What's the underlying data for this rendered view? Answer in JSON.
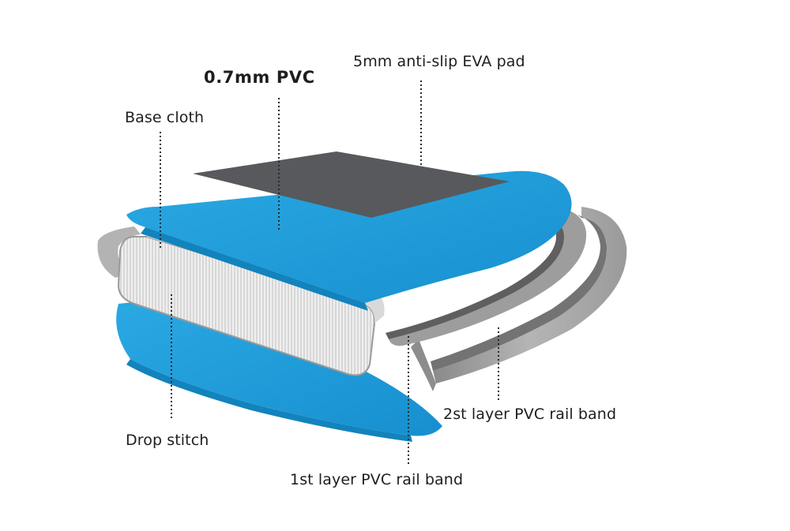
{
  "labels": {
    "pvc": "0.7mm PVC",
    "eva_pad": "5mm anti-slip EVA pad",
    "base_cloth": "Base cloth",
    "drop_stitch": "Drop stitch",
    "rail_band_2": "2st layer PVC rail band",
    "rail_band_1": "1st layer PVC rail band"
  },
  "colors": {
    "pvc_blue": "#1e9fdc",
    "pvc_blue_dark": "#1283bd",
    "eva_pad": "#57595c",
    "rail_gray": "#a9a9a9",
    "rail_gray_dark": "#6f6f6f",
    "core_light": "#ededed",
    "stitch_line": "#c6c6c6"
  }
}
